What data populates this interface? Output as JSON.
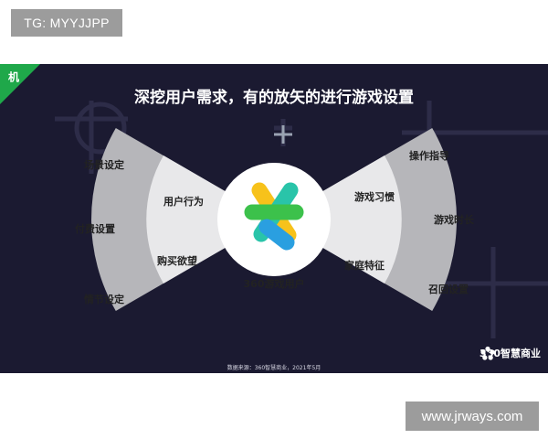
{
  "top_tag": "TG: MYYJJPP",
  "watermark": "www.jrways.com",
  "slide": {
    "corner_badge": "机",
    "title": "深挖用户需求，有的放矢的进行游戏设置",
    "center": "360游戏用户",
    "left_inner": [
      "用户行为",
      "购买欲望"
    ],
    "left_outer": [
      "场景设定",
      "付费设置",
      "情节设定"
    ],
    "right_inner": [
      "游戏习惯",
      "家庭特征"
    ],
    "right_outer": [
      "操作指导",
      "游戏时长",
      "召回设置"
    ],
    "source": "数据来源：360智慧商业，2021年5月",
    "brand": "360智慧商业"
  },
  "colors": {
    "background": "#1b1a31",
    "outer_band": "#b6b6ba",
    "inner_band": "#e8e8ea",
    "badge": "#1fa84a",
    "logo_yellow": "#f7c21b",
    "logo_green": "#3cc14b",
    "logo_teal": "#29c4a9",
    "logo_blue": "#2a9fe0"
  }
}
